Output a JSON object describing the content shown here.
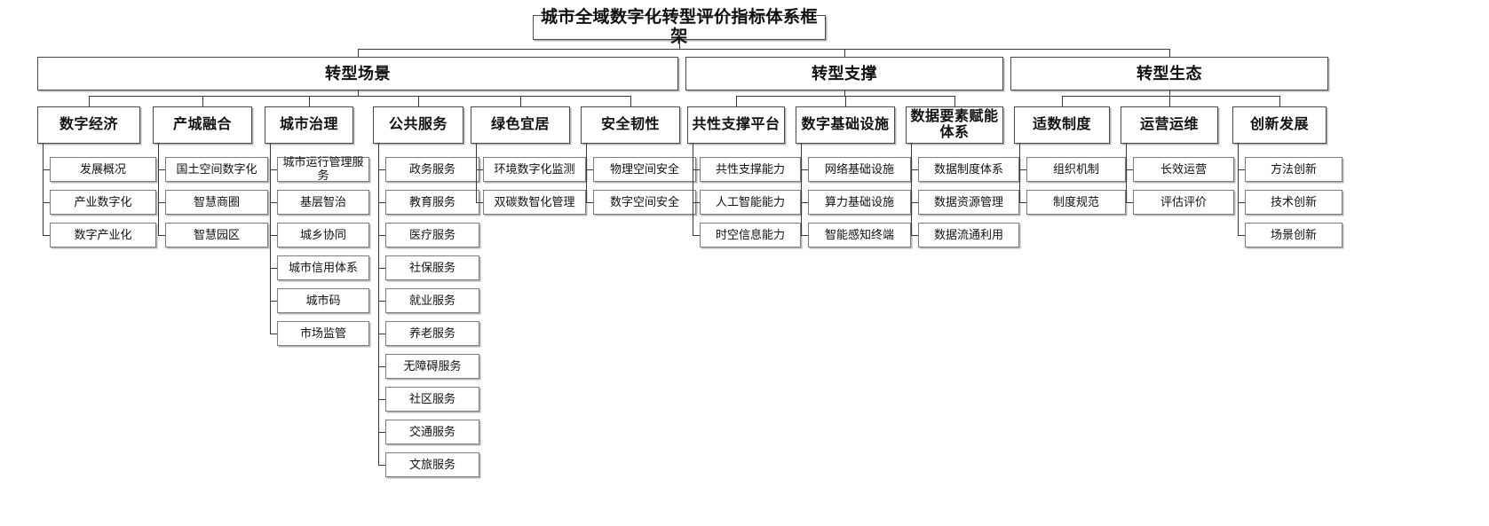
{
  "diagram": {
    "title": "城市全域数字化转型评价指标体系框架",
    "level2": [
      {
        "label": "转型场景"
      },
      {
        "label": "转型支撑"
      },
      {
        "label": "转型生态"
      }
    ],
    "columns": [
      {
        "label": "数字经济",
        "parent": "转型场景",
        "items": [
          "发展概况",
          "产业数字化",
          "数字产业化"
        ]
      },
      {
        "label": "产城融合",
        "parent": "转型场景",
        "items": [
          "国土空间数字化",
          "智慧商圈",
          "智慧园区"
        ]
      },
      {
        "label": "城市治理",
        "parent": "转型场景",
        "items": [
          "城市运行管理服务",
          "基层智治",
          "城乡协同",
          "城市信用体系",
          "城市码",
          "市场监管"
        ]
      },
      {
        "label": "公共服务",
        "parent": "转型场景",
        "items": [
          "政务服务",
          "教育服务",
          "医疗服务",
          "社保服务",
          "就业服务",
          "养老服务",
          "无障碍服务",
          "社区服务",
          "交通服务",
          "文旅服务"
        ]
      },
      {
        "label": "绿色宜居",
        "parent": "转型场景",
        "items": [
          "环境数字化监测",
          "双碳数智化管理"
        ]
      },
      {
        "label": "安全韧性",
        "parent": "转型场景",
        "items": [
          "物理空间安全",
          "数字空间安全"
        ]
      },
      {
        "label": "共性支撑平台",
        "parent": "转型支撑",
        "items": [
          "共性支撑能力",
          "人工智能能力",
          "时空信息能力"
        ]
      },
      {
        "label": "数字基础设施",
        "parent": "转型支撑",
        "items": [
          "网络基础设施",
          "算力基础设施",
          "智能感知终端"
        ]
      },
      {
        "label": "数据要素赋能体系",
        "parent": "转型支撑",
        "items": [
          "数据制度体系",
          "数据资源管理",
          "数据流通利用"
        ]
      },
      {
        "label": "适数制度",
        "parent": "转型生态",
        "items": [
          "组织机制",
          "制度规范"
        ]
      },
      {
        "label": "运营运维",
        "parent": "转型生态",
        "items": [
          "长效运营",
          "评估评价"
        ]
      },
      {
        "label": "创新发展",
        "parent": "转型生态",
        "items": [
          "方法创新",
          "技术创新",
          "场景创新"
        ]
      }
    ],
    "colors": {
      "box_border": "#6b6b6b",
      "line": "#3a3a3a",
      "background": "#ffffff",
      "text": "#111111"
    }
  }
}
